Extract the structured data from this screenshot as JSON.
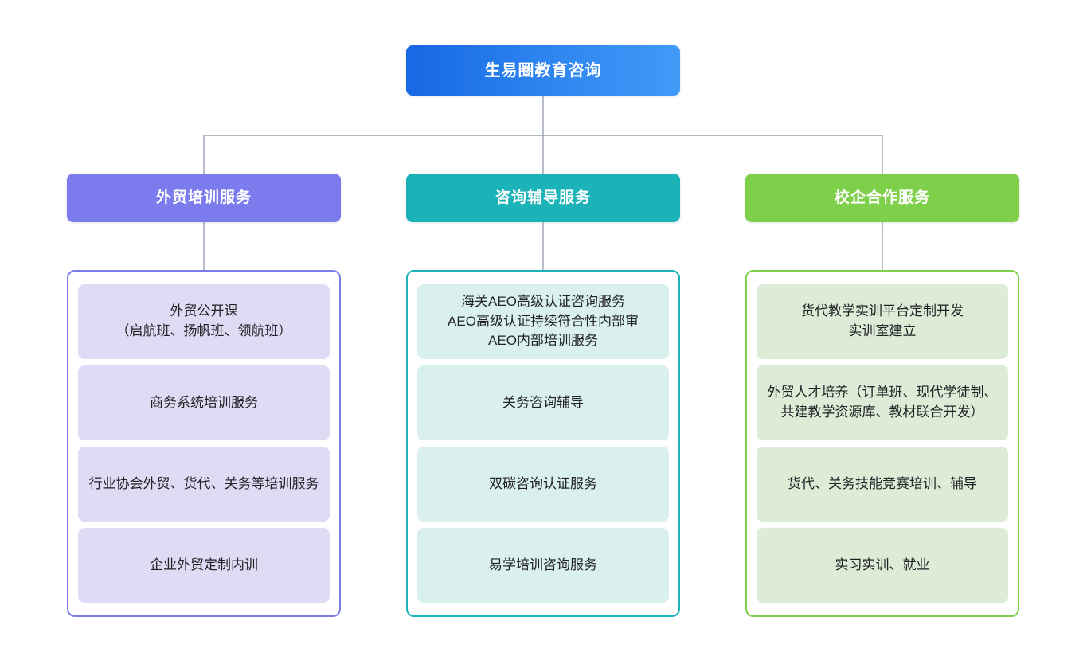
{
  "diagram": {
    "type": "organizational-tree",
    "root": {
      "label": "生易圈教育咨询",
      "color_start": "#1668e3",
      "color_end": "#419bf7",
      "text_color": "#ffffff"
    },
    "connector_color": "#9aa3b0",
    "branches": [
      {
        "id": "training",
        "header_label": "外贸培训服务",
        "header_color": "#7b7bee",
        "border_color": "#7b7bee",
        "card_color": "#e0dbf4",
        "items": [
          "外贸公开课\n（启航班、扬帆班、领航班）",
          "商务系统培训服务",
          "行业协会外贸、货代、关务等培训服务",
          "企业外贸定制内训"
        ]
      },
      {
        "id": "consulting",
        "header_label": "咨询辅导服务",
        "header_color": "#1cb3b8",
        "border_color": "#1cb3b8",
        "card_color": "#daf0ef",
        "items": [
          "海关AEO高级认证咨询服务\nAEO高级认证持续符合性内部审\nAEO内部培训服务",
          "关务咨询辅导",
          "双碳咨询认证服务",
          "易学培训咨询服务"
        ]
      },
      {
        "id": "school-enterprise",
        "header_label": "校企合作服务",
        "header_color": "#7ed04a",
        "border_color": "#7ed04a",
        "card_color": "#dcecd6",
        "items": [
          "货代教学实训平台定制开发\n实训室建立",
          "外贸人才培养（订单班、现代学徒制、共建教学资源库、教材联合开发）",
          "货代、关务技能竞赛培训、辅导",
          "实习实训、就业"
        ]
      }
    ]
  }
}
